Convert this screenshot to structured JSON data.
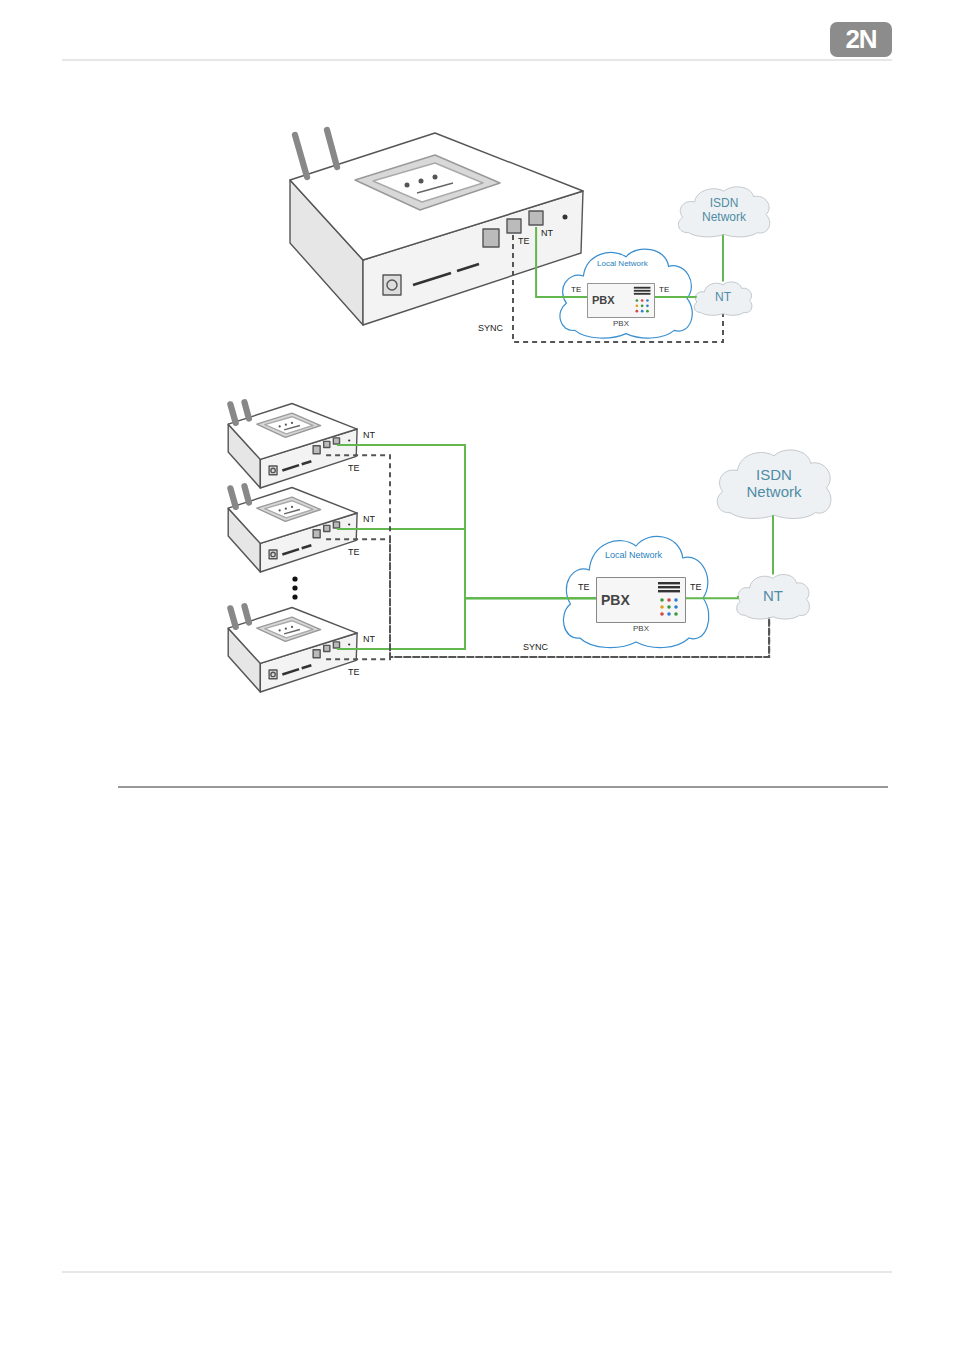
{
  "diagram": {
    "nodes": [
      {
        "text": [
          "2N"
        ]
      },
      {
        "text": [
          "TE",
          "NT"
        ]
      },
      {
        "text": [
          "ISDN Network"
        ]
      },
      {
        "text": [
          "Local Network"
        ]
      },
      {
        "text": [
          "PBX",
          "PBX"
        ],
        "in": 3
      },
      {
        "text": [
          "NT"
        ]
      },
      {
        "text": [
          "NT",
          "TE"
        ]
      },
      {
        "text": [
          "NT",
          "TE"
        ]
      },
      {
        "text": [
          "NT",
          "TE"
        ]
      },
      {
        "text": [
          "ISDN Network"
        ]
      },
      {
        "text": [
          "Local Network"
        ]
      },
      {
        "text": [
          "PBX",
          "PBX"
        ],
        "in": 10
      },
      {
        "text": [
          "NT"
        ]
      }
    ],
    "edges": [
      {
        "from": 1,
        "to": 4,
        "arrow": "none"
      },
      {
        "from": 4,
        "to": 5,
        "arrow": "none"
      },
      {
        "from": 5,
        "to": 2,
        "arrow": "none"
      },
      {
        "from": 1,
        "to": 5,
        "label": "SYNC",
        "arrow": "none"
      },
      {
        "from": 6,
        "to": 11,
        "arrow": "none"
      },
      {
        "from": 7,
        "to": 11,
        "arrow": "none"
      },
      {
        "from": 8,
        "to": 11,
        "arrow": "none"
      },
      {
        "from": 6,
        "to": 12,
        "arrow": "none"
      },
      {
        "from": 7,
        "to": 12,
        "arrow": "none"
      },
      {
        "from": 8,
        "to": 12,
        "label": "SYNC",
        "arrow": "none"
      },
      {
        "from": 11,
        "to": 12,
        "arrow": "none"
      },
      {
        "from": 12,
        "to": 9,
        "arrow": "none"
      }
    ],
    "labels": [
      "TE",
      "TE",
      "TE",
      "TE"
    ]
  }
}
